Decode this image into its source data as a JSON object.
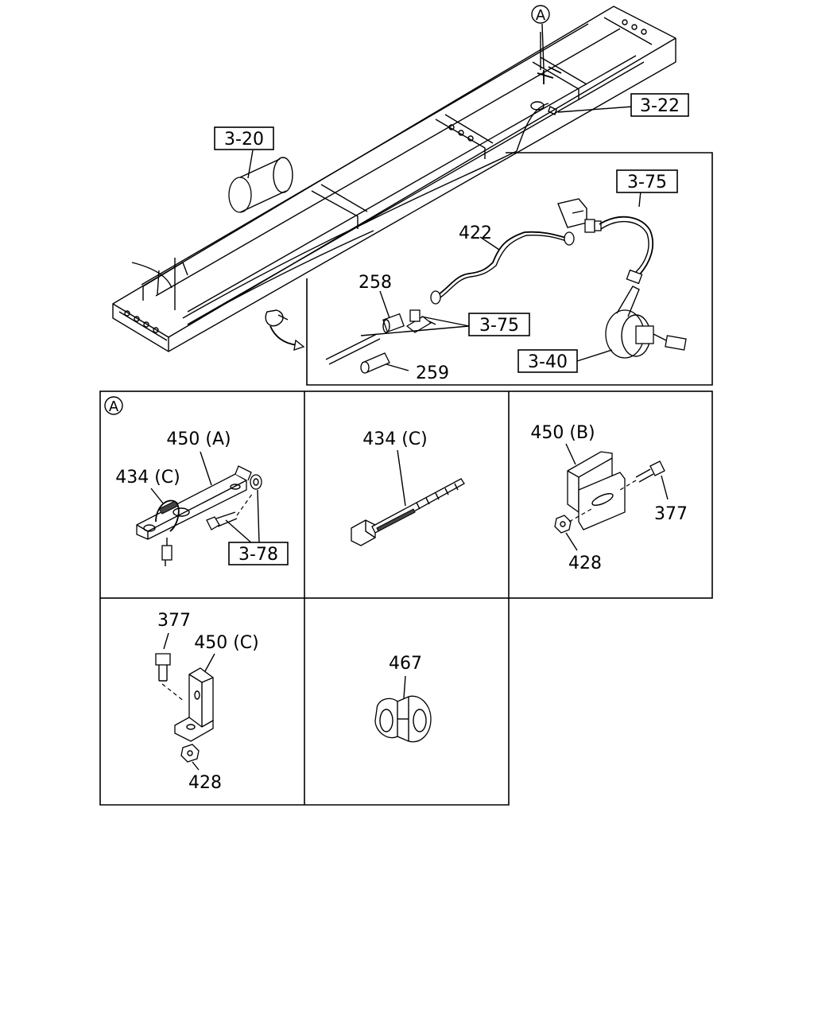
{
  "callouts": {
    "ref_a_top": "A",
    "ref_3_22": "3-22",
    "ref_3_20": "3-20",
    "ref_3_75_top": "3-75",
    "part_422": "422",
    "part_258": "258",
    "ref_3_75_mid": "3-75",
    "ref_3_40": "3-40",
    "part_259": "259"
  },
  "panels": {
    "detail_a": {
      "marker": "A",
      "bracket": "450 (A)",
      "tie": "434 (C)",
      "ref": "3-78"
    },
    "cable_tie": {
      "label": "434 (C)"
    },
    "bracket_b": {
      "bracket": "450 (B)",
      "bolt": "377",
      "nut": "428"
    },
    "bracket_c": {
      "bolt": "377",
      "bracket": "450 (C)",
      "nut": "428"
    },
    "clip": {
      "label": "467"
    }
  }
}
